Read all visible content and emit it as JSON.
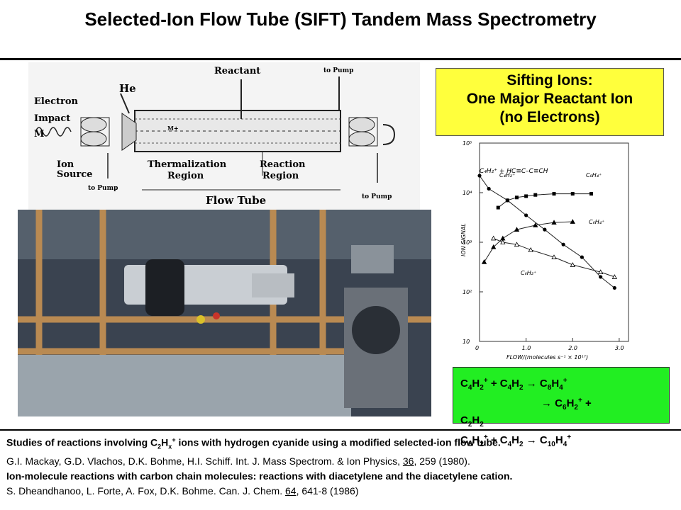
{
  "header": {
    "title": "Selected-Ion Flow Tube (SIFT) Tandem Mass Spectrometry"
  },
  "schematic": {
    "electron_impact": [
      "Electron",
      "Impact",
      "M"
    ],
    "he": "He",
    "reactant": "Reactant",
    "to_pump_top": "to Pump",
    "to_pump_left": "to Pump",
    "to_pump_right": "to Pump",
    "ion_source": [
      "Ion",
      "Source"
    ],
    "thermalization": [
      "Thermalization",
      "Region"
    ],
    "reaction": [
      "Reaction",
      "Region"
    ],
    "flow_tube": "Flow Tube",
    "m_plus": "M+"
  },
  "sifting": {
    "lines": [
      "Sifting Ions:",
      "One Major Reactant Ion",
      "(no Electrons)"
    ]
  },
  "plot": {
    "ylabel": "ION SIGNAL",
    "xlabel": "FLOW/(molecules s⁻¹ × 10¹⁷)",
    "reaction_label": "C₄H₂⁺ + HC≡C–C≡CH",
    "x_ticks": [
      "0",
      "1.0",
      "2.0",
      "3.0"
    ],
    "y_ticks": [
      "10⁵",
      "10⁴",
      "10³",
      "10²",
      "10"
    ],
    "curve_labels": {
      "c4h2": "C₄H₂⁺",
      "c8h4": "C₈H₄⁺",
      "c6h4": "C₆H₄⁺",
      "c6h2": "C₆H₂⁺"
    }
  },
  "chart_data": {
    "type": "scatter",
    "title": "",
    "xlabel": "FLOW/(molecules s⁻¹ × 10¹⁷)",
    "ylabel": "ION SIGNAL",
    "xlim": [
      0,
      3.2
    ],
    "ylim_log10": [
      1,
      5
    ],
    "series": [
      {
        "name": "C₄H₂⁺",
        "marker": "circle",
        "x": [
          0,
          0.2,
          0.6,
          1.0,
          1.4,
          1.8,
          2.2,
          2.6,
          2.9
        ],
        "y": [
          22000.0,
          12000.0,
          7000,
          3500,
          1800,
          900,
          500,
          200,
          120
        ]
      },
      {
        "name": "C₈H₄⁺",
        "marker": "square",
        "x": [
          0.4,
          0.6,
          0.8,
          1.0,
          1.2,
          1.6,
          2.0,
          2.4
        ],
        "y": [
          5000,
          7000,
          8000,
          8500,
          9000,
          9500,
          9500,
          9500
        ]
      },
      {
        "name": "C₆H₄⁺",
        "marker": "triangle-filled",
        "x": [
          0.1,
          0.3,
          0.5,
          0.8,
          1.2,
          1.6,
          2.0
        ],
        "y": [
          400,
          800,
          1200,
          1800,
          2200,
          2500,
          2600
        ]
      },
      {
        "name": "C₆H₂⁺",
        "marker": "triangle-open",
        "x": [
          0.3,
          0.5,
          0.8,
          1.1,
          1.6,
          2.0,
          2.6,
          2.9
        ],
        "y": [
          1200,
          1000,
          900,
          700,
          500,
          350,
          250,
          200
        ]
      }
    ]
  },
  "reaction_box": {
    "line1": {
      "a": "C",
      "a_sub1": "4",
      "a_mid": "H",
      "a_sub2": "2",
      "a_sup": "+",
      "rest": " + C",
      "r_sub1": "4",
      "r_mid": "H",
      "r_sub2": "2",
      "arrow": " → ",
      "p": "C",
      "p_sub1": "8",
      "p_mid": "H",
      "p_sub2": "4",
      "p_sup": "+"
    },
    "line2": {
      "arrow": "→ ",
      "p": "C",
      "p_sub1": "6",
      "p_mid": "H",
      "p_sub2": "2",
      "p_sup": "+",
      "plus": " +"
    },
    "line3": {
      "p": "C",
      "p_sub1": "2",
      "p_mid": "H",
      "p_sub2": "2"
    },
    "line4": {
      "a": "C",
      "a_sub1": "6",
      "a_mid": "H",
      "a_sub2": "2",
      "a_sup": "+",
      "rest": " + C",
      "r_sub1": "4",
      "r_mid": "H",
      "r_sub2": "2",
      "arrow": " → ",
      "p": "C",
      "p_sub1": "10",
      "p_mid": "H",
      "p_sub2": "4",
      "p_sup": "+"
    }
  },
  "refs": {
    "r1": {
      "pre": "Studies of reactions involving C",
      "sub": "2",
      "mid": "H",
      "sub2": "x",
      "sup": "+",
      "post": " ions with hydrogen cyanide using a modified selected-ion flow tube."
    },
    "r2": {
      "pre": "G.I. Mackay, G.D. Vlachos, D.K. Bohme, H.I. Schiff. Int. J. Mass Spectrom. & Ion Physics, ",
      "vol": "36",
      "post": ", 259 (1980)."
    },
    "r3": {
      "text": "Ion-molecule reactions with carbon chain molecules: reactions with diacetylene and the diacetylene cation."
    },
    "r4": {
      "pre": "S. Dheandhanoo, L. Forte, A. Fox, D.K. Bohme. Can. J. Chem. ",
      "vol": "64",
      "post": ", 641-8 (1986)"
    }
  }
}
